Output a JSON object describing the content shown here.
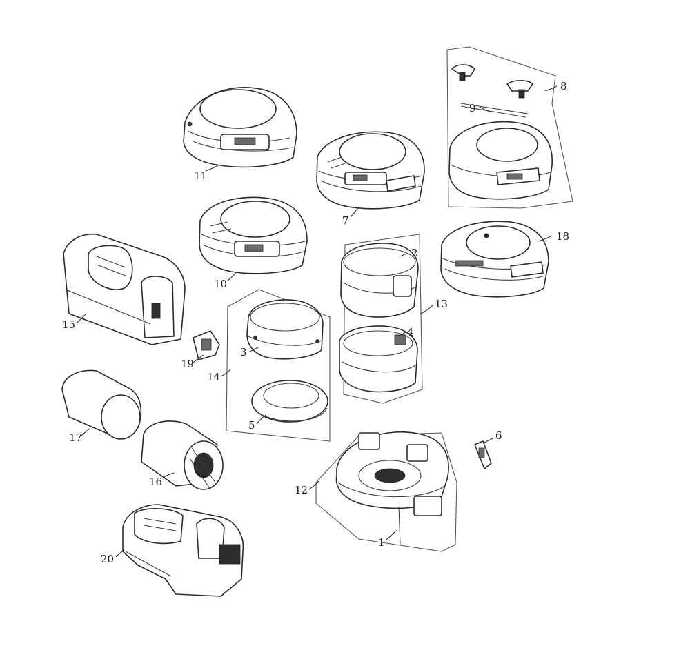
{
  "reference_numerals": {
    "n1": "1",
    "n2": "2",
    "n3": "3",
    "n4": "4",
    "n5": "5",
    "n6": "6",
    "n7": "7",
    "n8": "8",
    "n9": "9",
    "n10": "10",
    "n11": "11",
    "n12": "12",
    "n13": "13",
    "n14": "14",
    "n15": "15",
    "n16": "16",
    "n17": "17",
    "n18": "18",
    "n19": "19",
    "n20": "20"
  },
  "colors": {
    "line": "#2a2a2a",
    "background": "#ffffff",
    "shading": "#6a6a6a"
  }
}
